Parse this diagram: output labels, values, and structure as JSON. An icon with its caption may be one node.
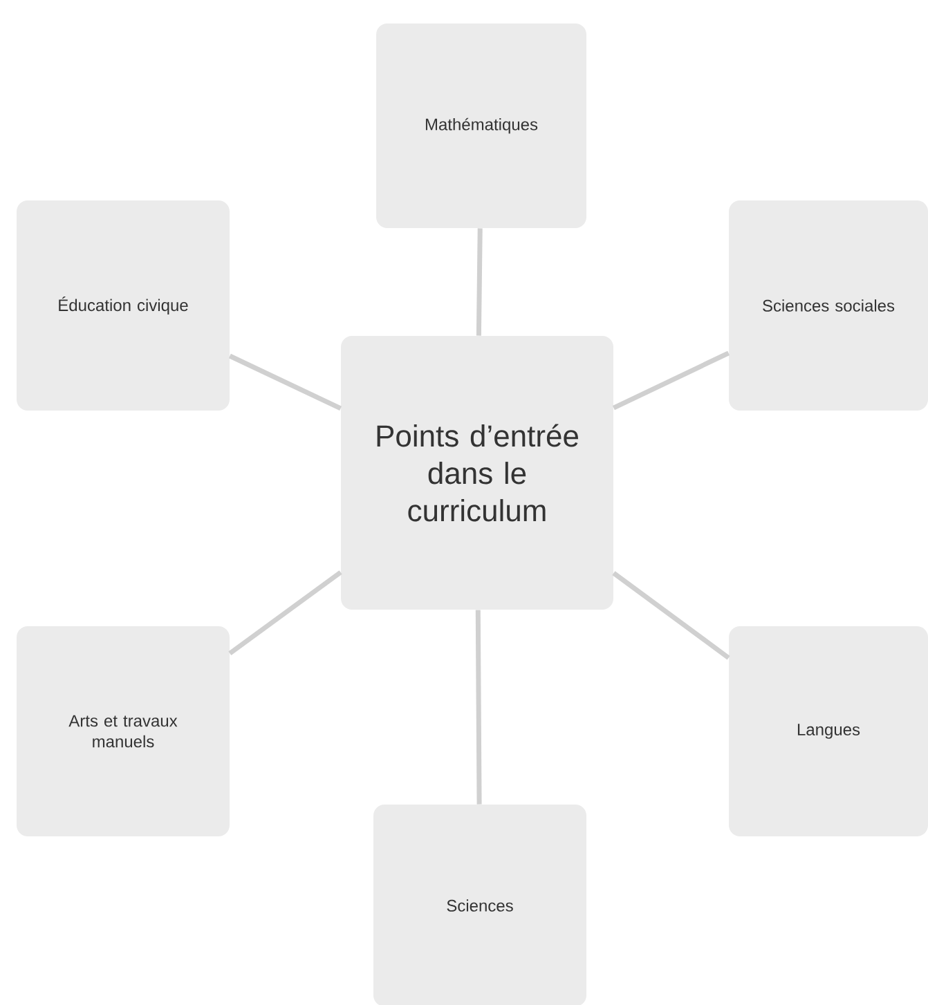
{
  "diagram": {
    "nodes": [
      {
        "text": [
          "Mathématiques"
        ]
      },
      {
        "text": [
          "Éducation civique"
        ]
      },
      {
        "text": [
          "Sciences sociales"
        ]
      },
      {
        "text": [
          "Points d’entrée dans le curriculum"
        ]
      },
      {
        "text": [
          "Arts et travaux manuels"
        ]
      },
      {
        "text": [
          "Langues"
        ]
      },
      {
        "text": [
          "Sciences"
        ]
      }
    ],
    "edges": [
      {
        "from": 3,
        "to": 0,
        "arrow": "none"
      },
      {
        "from": 3,
        "to": 1,
        "arrow": "none"
      },
      {
        "from": 3,
        "to": 2,
        "arrow": "none"
      },
      {
        "from": 3,
        "to": 4,
        "arrow": "none"
      },
      {
        "from": 3,
        "to": 5,
        "arrow": "none"
      },
      {
        "from": 3,
        "to": 6,
        "arrow": "none"
      }
    ]
  }
}
